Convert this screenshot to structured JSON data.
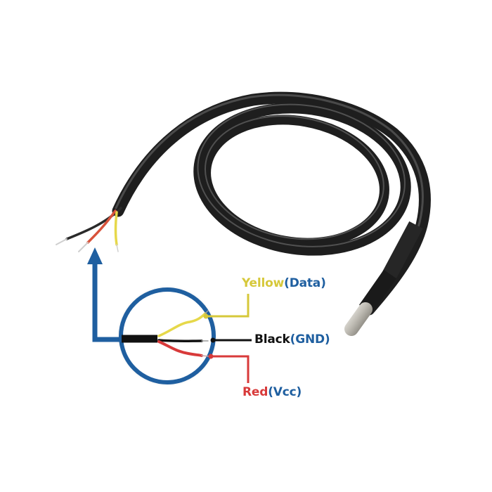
{
  "diagram": {
    "subject": "Waterproof temperature sensor probe cable",
    "labels": [
      {
        "wire": "yellow",
        "name": "Yellow",
        "function": "(Data)"
      },
      {
        "wire": "black",
        "name": "Black",
        "function": "(GND)"
      },
      {
        "wire": "red",
        "name": "Red",
        "function": "(Vcc)"
      }
    ],
    "colors": {
      "callout_blue": "#1f5fa0",
      "yellow_wire": "#e6d84a",
      "black_wire": "#111111",
      "red_wire": "#d83a3a",
      "cable_jacket": "#2b2b2b",
      "probe_steel": "#c9c6bd"
    }
  }
}
